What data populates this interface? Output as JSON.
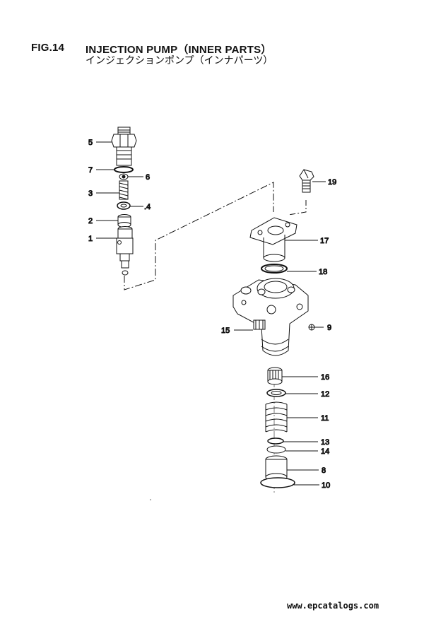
{
  "header": {
    "fig_no": "FIG.14",
    "title_en": "INJECTION PUMP（INNER PARTS）",
    "title_jp": "インジェクションポンプ（インナパーツ）"
  },
  "callouts": [
    {
      "id": "c5",
      "label": "5"
    },
    {
      "id": "c7",
      "label": "7"
    },
    {
      "id": "c6",
      "label": "6"
    },
    {
      "id": "c3",
      "label": "3"
    },
    {
      "id": "c4",
      "label": ".4"
    },
    {
      "id": "c2",
      "label": "2"
    },
    {
      "id": "c1",
      "label": "1"
    },
    {
      "id": "c19",
      "label": "19"
    },
    {
      "id": "c17",
      "label": "17"
    },
    {
      "id": "c18",
      "label": "18"
    },
    {
      "id": "c9",
      "label": "9"
    },
    {
      "id": "c15",
      "label": "15"
    },
    {
      "id": "c16",
      "label": "16"
    },
    {
      "id": "c12",
      "label": "12"
    },
    {
      "id": "c11",
      "label": "11"
    },
    {
      "id": "c13",
      "label": "13"
    },
    {
      "id": "c14",
      "label": "14"
    },
    {
      "id": "c8",
      "label": "8"
    },
    {
      "id": "c10",
      "label": "10"
    }
  ],
  "watermark": "www.epcatalogs.com"
}
